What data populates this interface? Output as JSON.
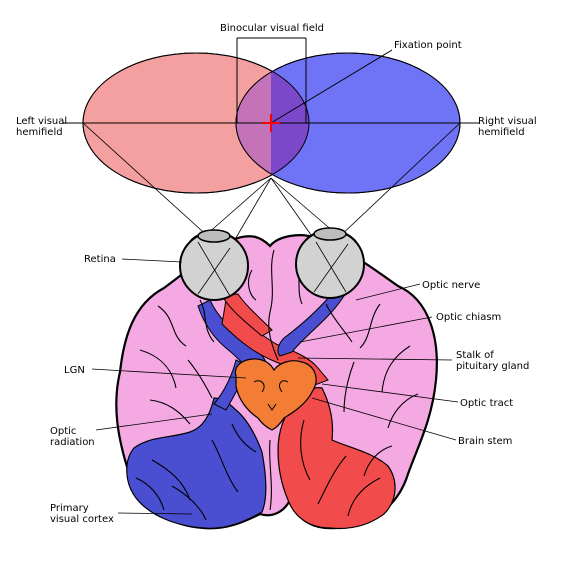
{
  "labels": {
    "binocular_visual_field": "Binocular visual field",
    "fixation_point": "Fixation point",
    "left_visual_hemifield": [
      "Left visual",
      "hemifield"
    ],
    "right_visual_hemifield": [
      "Right visual",
      "hemifield"
    ],
    "retina": "Retina",
    "optic_nerve": "Optic nerve",
    "optic_chiasm": "Optic chiasm",
    "stalk_of_pituitary_gland": [
      "Stalk of",
      "pituitary gland"
    ],
    "lgn": "LGN",
    "optic_tract": "Optic tract",
    "optic_radiation": [
      "Optic",
      "radiation"
    ],
    "brain_stem": "Brain stem",
    "primary_visual_cortex": [
      "Primary",
      "visual cortex"
    ]
  },
  "colors": {
    "left_field": "#f4a0a0",
    "right_field": "#6f74f7",
    "overlap": "#c473b8",
    "overlap_dark": "#7a48c9",
    "fixation": "#ff0000",
    "brain": "#f5a9e3",
    "left_pathway": "#4a4ed0",
    "right_pathway": "#f24b4b",
    "midbrain": "#f47d35",
    "eye": "#d2d2d2",
    "outline": "#000000"
  }
}
